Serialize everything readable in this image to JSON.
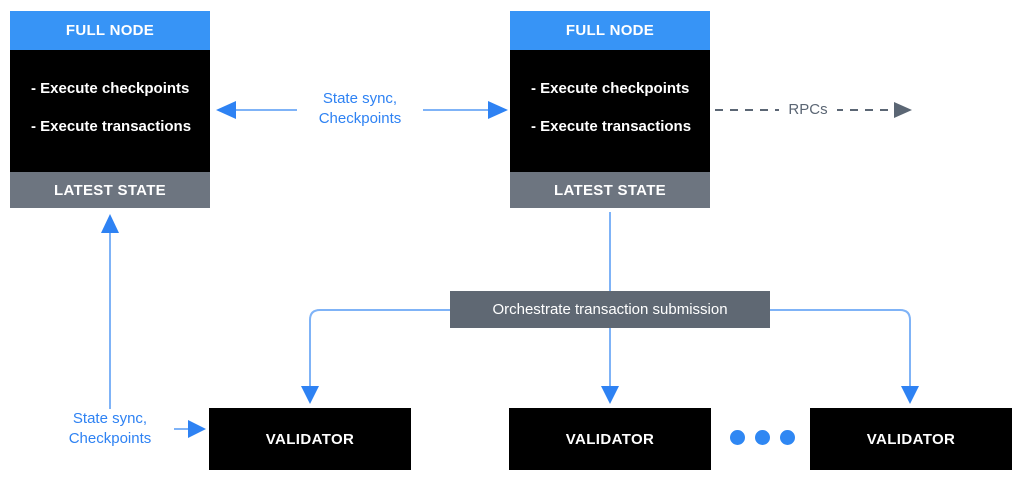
{
  "full_node_left": {
    "title": "FULL NODE",
    "body": [
      "- Execute checkpoints",
      "- Execute transactions"
    ],
    "footer": "LATEST STATE"
  },
  "full_node_right": {
    "title": "FULL NODE",
    "body": [
      "- Execute checkpoints",
      "- Execute transactions"
    ],
    "footer": "LATEST STATE"
  },
  "orchestrator": {
    "label": "Orchestrate transaction submission"
  },
  "validators": [
    {
      "label": "VALIDATOR"
    },
    {
      "label": "VALIDATOR"
    },
    {
      "label": "VALIDATOR"
    }
  ],
  "edge_labels": {
    "full_node_sync": {
      "line1": "State sync,",
      "line2": "Checkpoints"
    },
    "validator_sync": {
      "line1": "State sync,",
      "line2": "Checkpoints"
    },
    "rpcs": "RPCs"
  },
  "ellipsis": {
    "dots": 3
  },
  "colors": {
    "node_header_blue": "#3794f6",
    "arrow_line_blue": "#7fb3f7",
    "accent_blue": "#2e82f3",
    "dot_blue": "#2f87f3",
    "latest_state_gray": "#6d7580",
    "orchestrator_gray": "#5f6873",
    "rpc_gray": "#5b6674",
    "node_body_black": "#000000"
  }
}
